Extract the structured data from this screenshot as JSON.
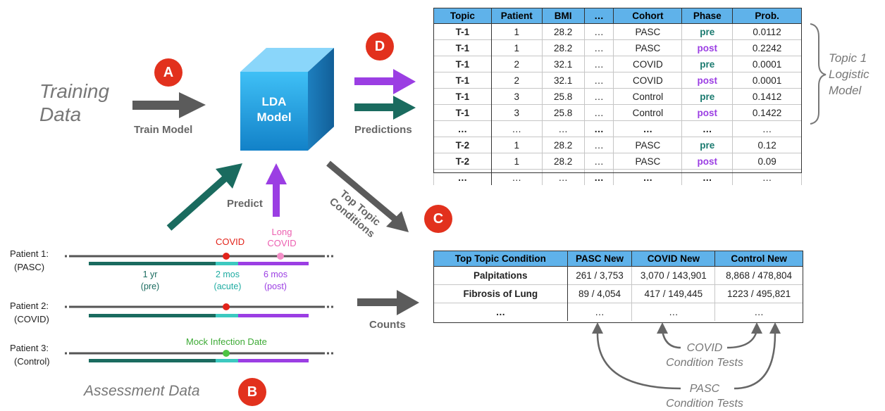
{
  "training": {
    "line1": "Training",
    "line2": "Data",
    "arrow_label": "Train Model"
  },
  "badges": {
    "a": "A",
    "b": "B",
    "c": "C",
    "d": "D"
  },
  "lda": {
    "line1": "LDA",
    "line2": "Model"
  },
  "predict_label": "Predict",
  "predictions_label": "Predictions",
  "top_topic_label": "Top Topic Conditions",
  "counts_label": "Counts",
  "assessment_label": "Assessment Data",
  "topic1_label": {
    "l1": "Topic 1",
    "l2": "Logistic",
    "l3": "Model"
  },
  "predictions_table": {
    "headers": [
      "Topic",
      "Patient",
      "BMI",
      "…",
      "Cohort",
      "Phase",
      "Prob."
    ],
    "rows": [
      [
        "T-1",
        "1",
        "28.2",
        "…",
        "PASC",
        "pre",
        "0.0112"
      ],
      [
        "T-1",
        "1",
        "28.2",
        "…",
        "PASC",
        "post",
        "0.2242"
      ],
      [
        "T-1",
        "2",
        "32.1",
        "…",
        "COVID",
        "pre",
        "0.0001"
      ],
      [
        "T-1",
        "2",
        "32.1",
        "…",
        "COVID",
        "post",
        "0.0001"
      ],
      [
        "T-1",
        "3",
        "25.8",
        "…",
        "Control",
        "pre",
        "0.1412"
      ],
      [
        "T-1",
        "3",
        "25.8",
        "…",
        "Control",
        "post",
        "0.1422"
      ],
      [
        "…",
        "…",
        "…",
        "…",
        "…",
        "…",
        "…"
      ],
      [
        "T-2",
        "1",
        "28.2",
        "…",
        "PASC",
        "pre",
        "0.12"
      ],
      [
        "T-2",
        "1",
        "28.2",
        "…",
        "PASC",
        "post",
        "0.09"
      ],
      [
        "…",
        "…",
        "…",
        "…",
        "…",
        "…",
        "…"
      ]
    ]
  },
  "conditions_table": {
    "headers": [
      "Top Topic Condition",
      "PASC New",
      "COVID New",
      "Control New"
    ],
    "rows": [
      [
        "Palpitations",
        "261 / 3,753",
        "3,070 / 143,901",
        "8,868 / 478,804"
      ],
      [
        "Fibrosis of Lung",
        "89 / 4,054",
        "417 / 149,445",
        "1223 / 495,821"
      ],
      [
        "…",
        "…",
        "…",
        "…"
      ]
    ]
  },
  "patients": [
    {
      "name": "Patient 1:",
      "cohort": "(PASC)"
    },
    {
      "name": "Patient 2:",
      "cohort": "(COVID)"
    },
    {
      "name": "Patient 3:",
      "cohort": "(Control)"
    }
  ],
  "timeline": {
    "covid": "COVID",
    "long_covid_1": "Long",
    "long_covid_2": "COVID",
    "mock": "Mock Infection Date",
    "pre_1": "1 yr",
    "pre_2": "(pre)",
    "acute_1": "2 mos",
    "acute_2": "(acute)",
    "post_1": "6 mos",
    "post_2": "(post)"
  },
  "tests": {
    "covid_1": "COVID",
    "covid_2": "Condition Tests",
    "pasc_1": "PASC",
    "pasc_2": "Condition Tests"
  },
  "colors": {
    "teal": "#1a6b5f",
    "purple": "#9b3ee3",
    "gray_arrow": "#5b5b5b",
    "badge_red": "#e2311d",
    "header_blue": "#5fb2ea",
    "covid_red": "#e2231a",
    "long_covid_pink": "#f48fc8",
    "mock_green": "#4cc443",
    "acute_cyan": "#3cc9c0"
  }
}
